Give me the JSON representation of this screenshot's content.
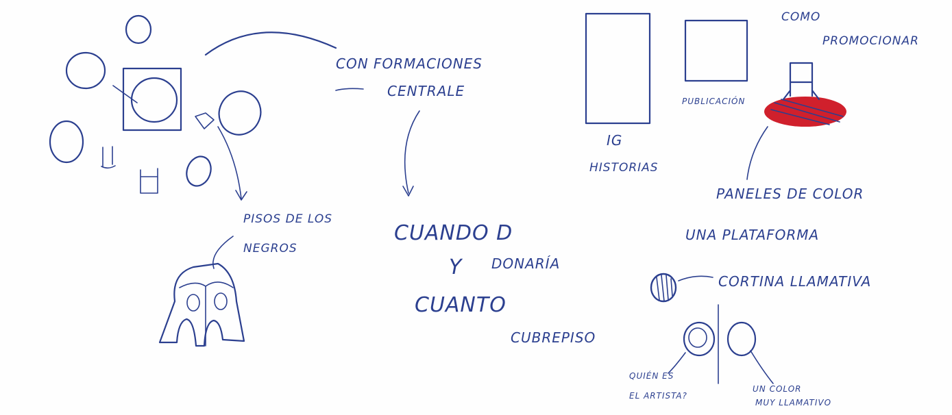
{
  "sketch": {
    "labels": {
      "formaciones": "CON FORMACIONES",
      "centrales": "CENTRALE",
      "pisos_line1": "PISOS DE LOS",
      "pisos_line2": "NEGROS",
      "cuando": "CUANDO D",
      "y": "Y",
      "cuanto": "CUANTO",
      "donaria": "DONARÍA",
      "cubrepiso": "CUBREPISO",
      "ig_num": "IG",
      "historias": "HISTORIAS",
      "publicacion": "PUBLICACIÓN",
      "como": "COMO",
      "promocionar": "PROMOCIONAR",
      "paneles": "PANELES DE COLOR",
      "plataforma": "UNA PLATAFORMA",
      "cortina": "CORTINA LLAMATIVA",
      "quien_line1": "QUIÉN ES",
      "quien_line2": "EL ARTISTA?",
      "color_line1": "UN COLOR",
      "color_line2": "MUY LLAMATIVO"
    },
    "colors": {
      "ink": "#2b3f8f",
      "highlight": "#d0202c",
      "paper": "#fefefe"
    }
  }
}
